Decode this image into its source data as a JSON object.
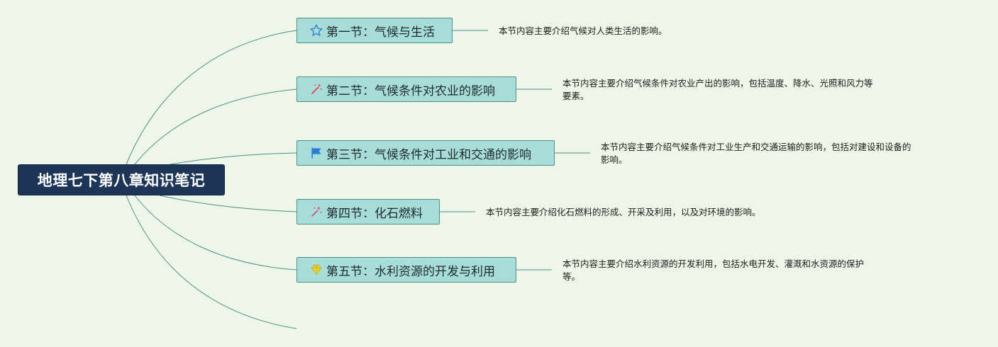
{
  "root": {
    "title": "地理七下第八章知识笔记"
  },
  "sections": [
    {
      "title": "第一节：气候与生活",
      "icon": "star-icon",
      "icon_color": "#3a86d6",
      "note": "本节内容主要介绍气候对人类生活的影响。"
    },
    {
      "title": "第二节：气候条件对农业的影响",
      "icon": "magic-wand-icon",
      "icon_color": "#d94a4a",
      "note_lines": [
        "本节内容主要介绍气候条件对农业产出的影响，包括温度、降水、光照和风力等",
        "要素。"
      ]
    },
    {
      "title": "第三节：气候条件对工业和交通的影响",
      "icon": "flag-icon",
      "icon_color": "#2b7fd8",
      "note_lines": [
        "本节内容主要介绍气候条件对工业生产和交通运输的影响，包括对建设和设备的",
        "影响。"
      ]
    },
    {
      "title": "第四节：化石燃料",
      "icon": "sparkle-icon",
      "icon_color": "#d94a78",
      "note": "本节内容主要介绍化石燃料的形成、开采及利用，以及对环境的影响。"
    },
    {
      "title": "第五节：水利资源的开发与利用",
      "icon": "gem-icon",
      "icon_color": "#e8d23a",
      "note_lines": [
        "本节内容主要介绍水利资源的开发利用，包括水电开发、灌溉和水资源的保护",
        "等。"
      ]
    }
  ],
  "colors": {
    "background": "#eef6e9",
    "root_fill": "#1d3557",
    "node_fill": "#a8dcd8",
    "node_border": "#4f8e86",
    "line": "#4f8e86"
  }
}
